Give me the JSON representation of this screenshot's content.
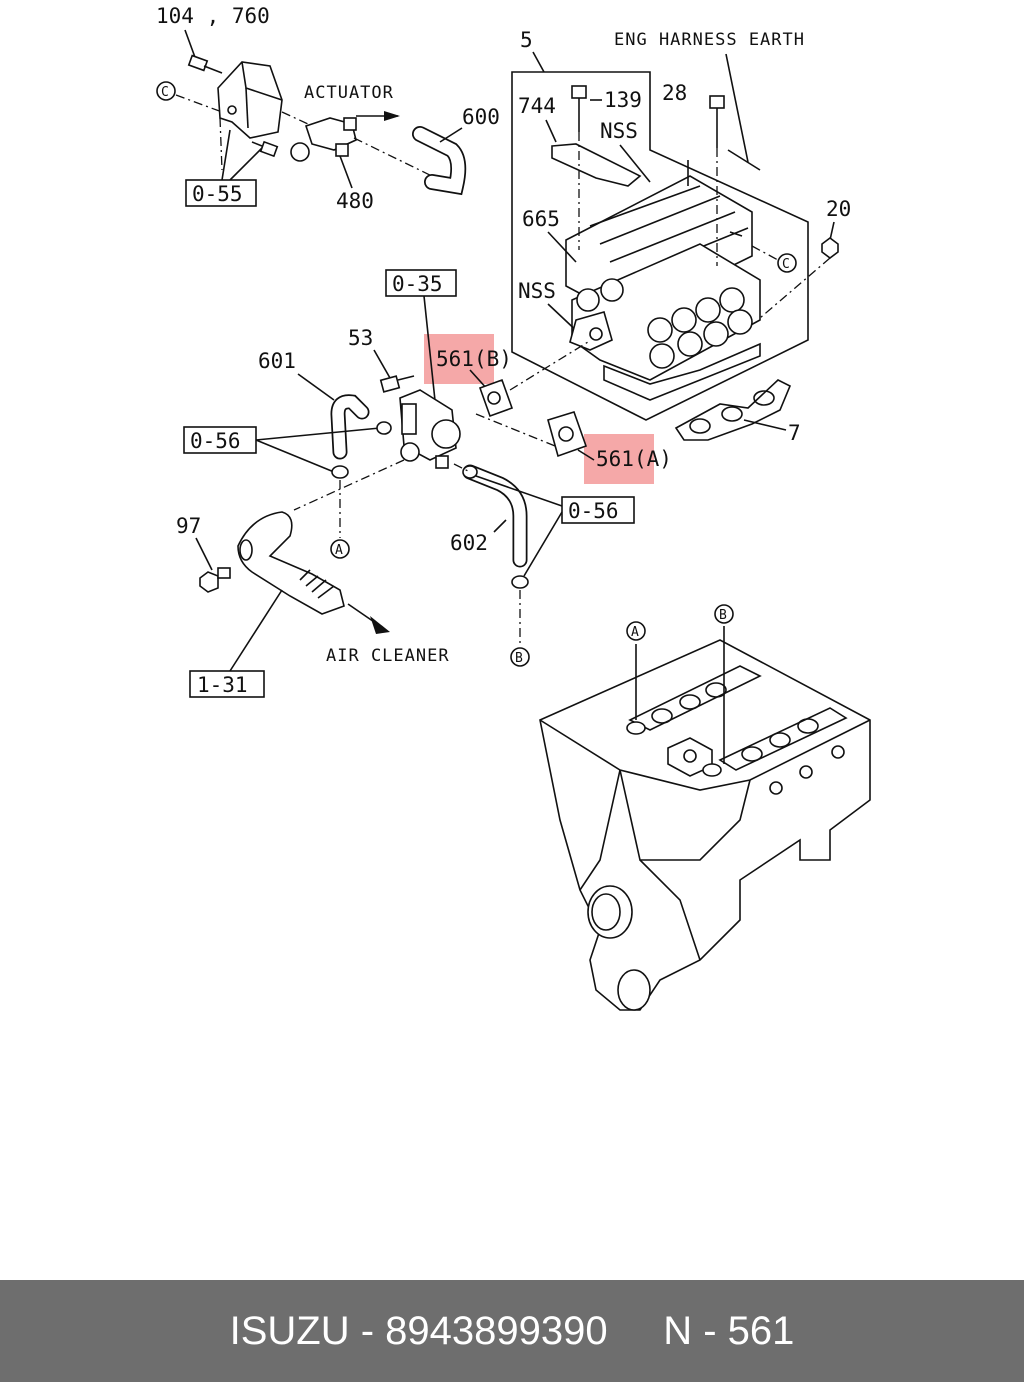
{
  "labels": {
    "l_104_760": "104 , 760",
    "actuator": "ACTUATOR",
    "l_600": "600",
    "l_480": "480",
    "box_0_55": "0-55",
    "l_5": "5",
    "eng_harness_earth": "ENG HARNESS EARTH",
    "l_744": "744",
    "l_139": "139",
    "l_28": "28",
    "nss_1": "NSS",
    "l_665": "665",
    "l_20": "20",
    "nss_2": "NSS",
    "box_0_35": "0-35",
    "l_53": "53",
    "l_601": "601",
    "l_561b": "561",
    "l_561b_suffix": "(B)",
    "box_0_56_left": "0-56",
    "l_561a": "561",
    "l_561a_suffix": "(A)",
    "l_7": "7",
    "box_0_56_right": "0-56",
    "l_97": "97",
    "l_602": "602",
    "air_cleaner": "AIR CLEANER",
    "box_1_31": "1-31"
  },
  "callouts": {
    "c_top_left": "C",
    "c_right": "C",
    "a_left": "A",
    "b_lower": "B",
    "a_engine": "A",
    "b_engine": "B"
  },
  "highlight_color": "#f28b8b",
  "footer": {
    "brand": "ISUZU",
    "separator1": " - ",
    "part_number": "8943899390",
    "gap": "     ",
    "ref_letter": "N",
    "separator2": " - ",
    "ref_number": "561",
    "background": "#6e6e6e"
  }
}
